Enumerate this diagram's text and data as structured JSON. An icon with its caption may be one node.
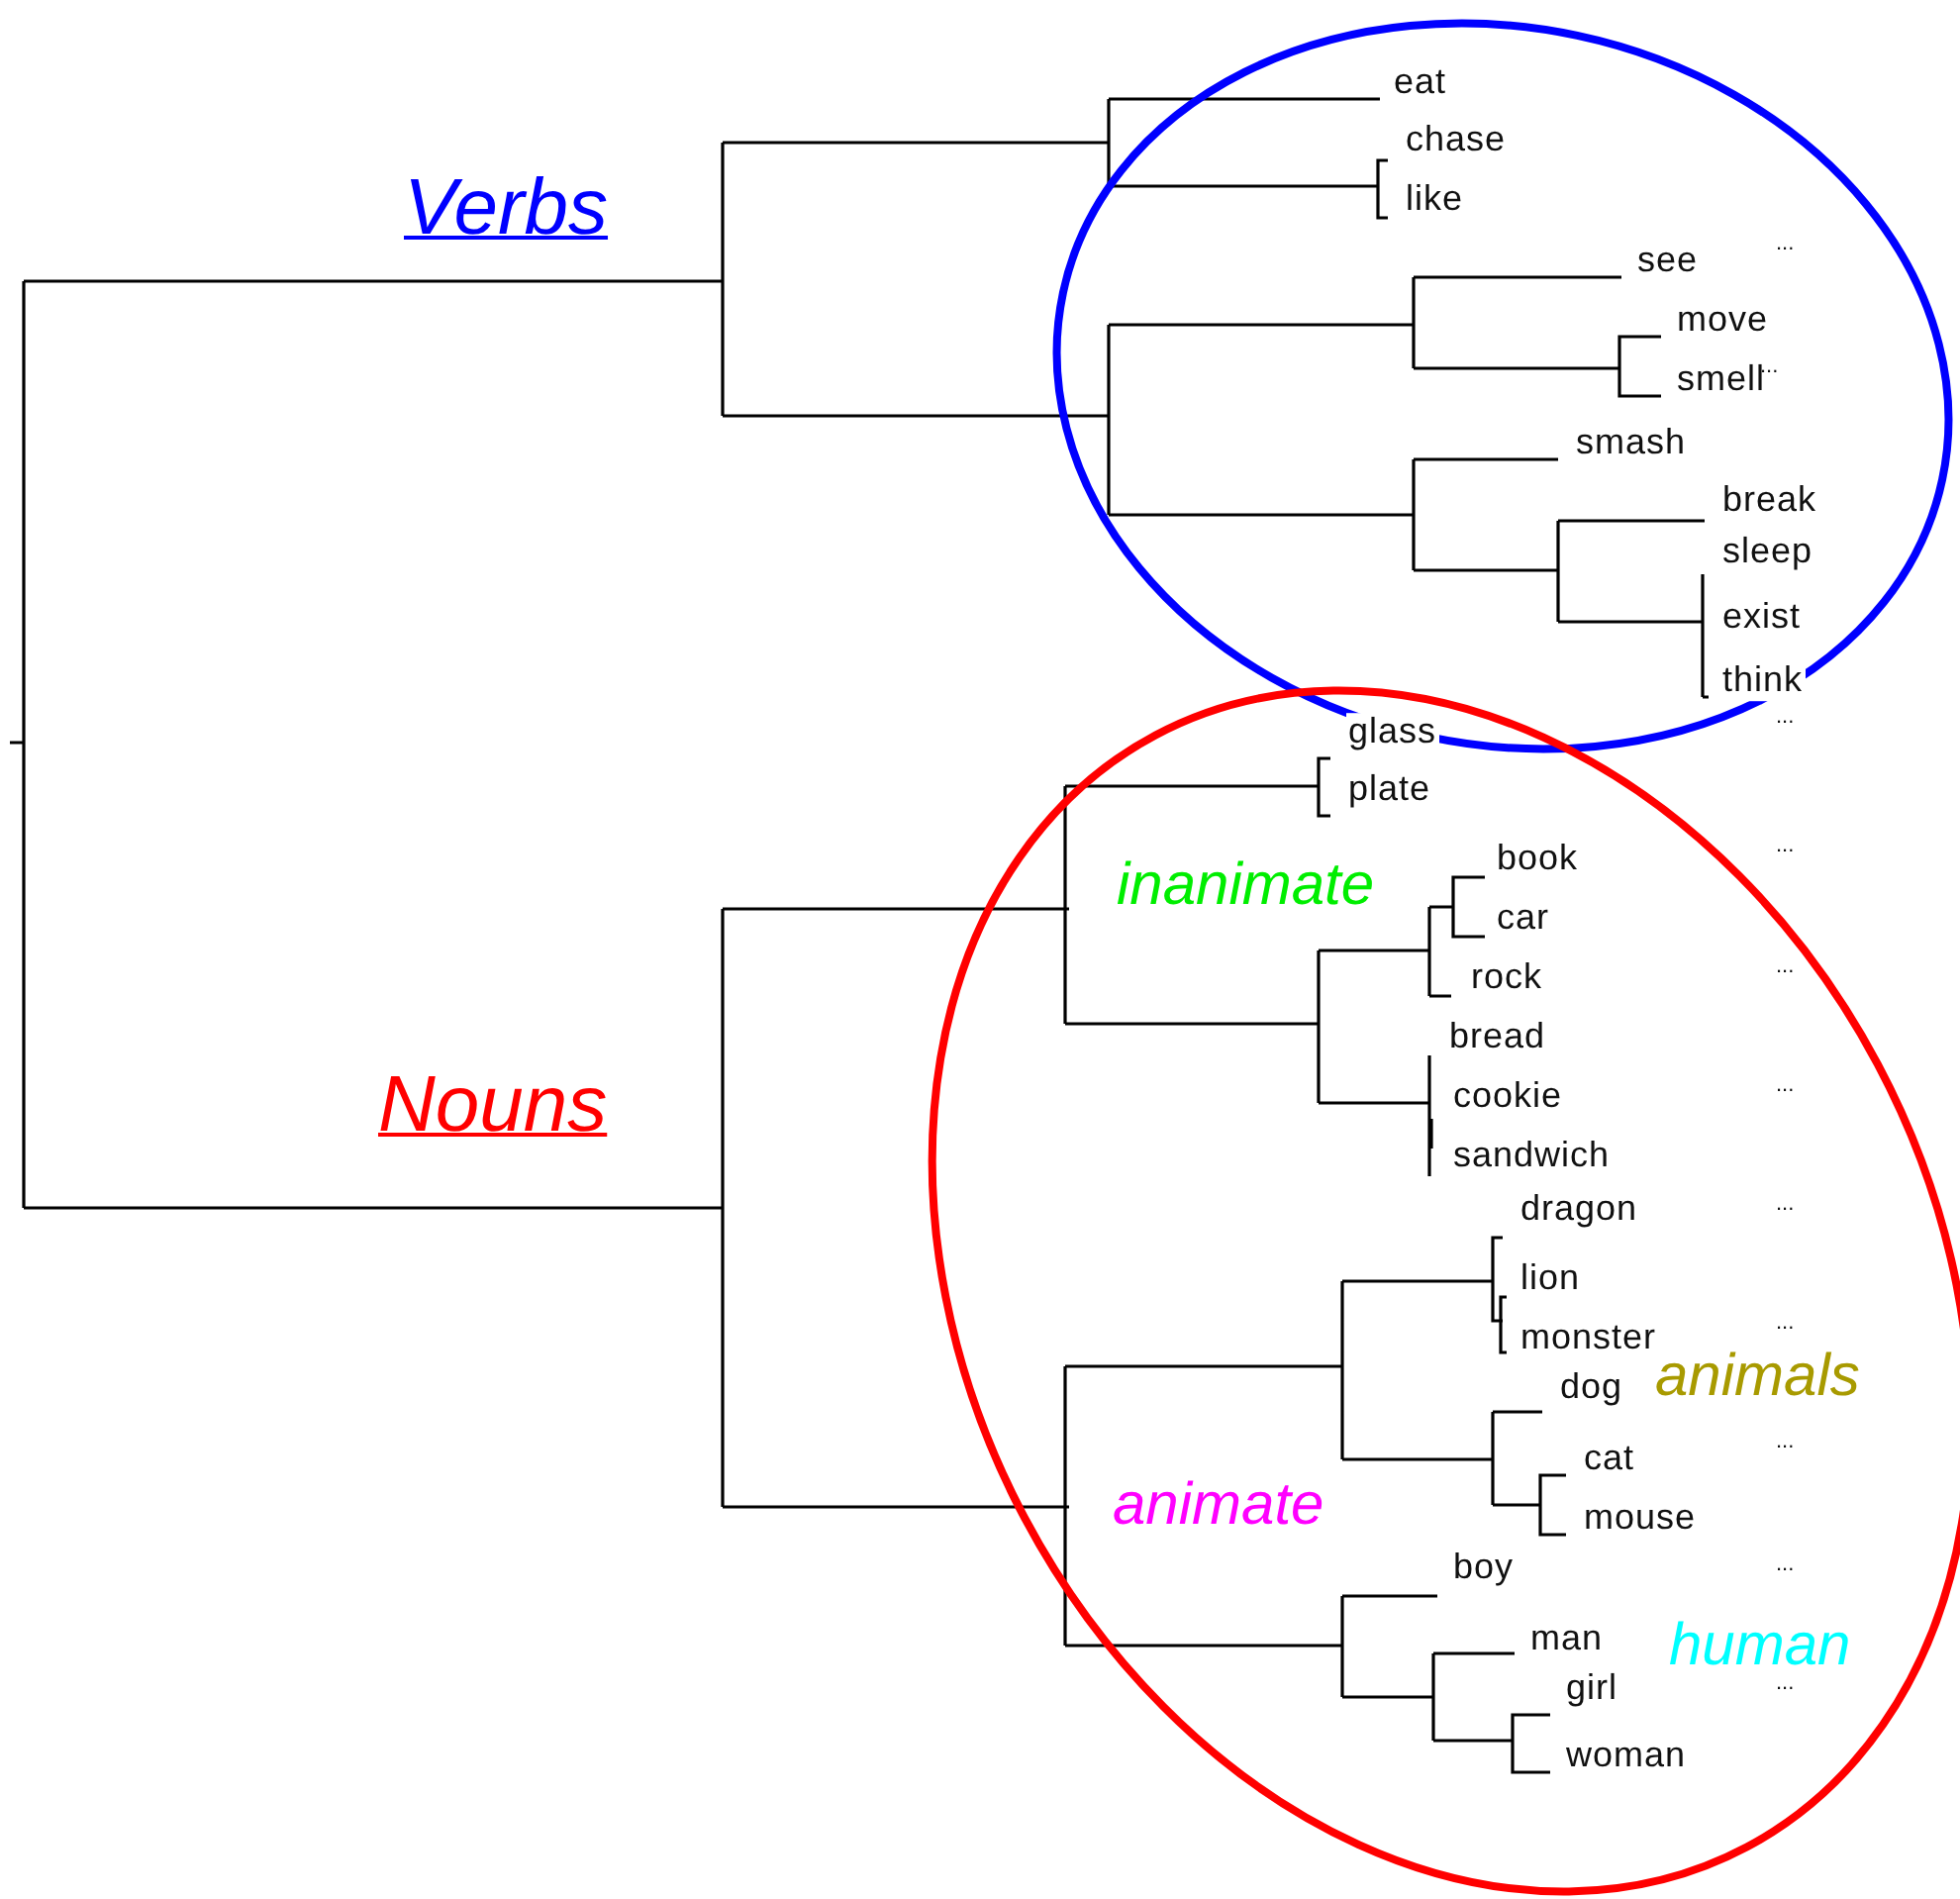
{
  "diagram": {
    "labels": [
      "eat",
      "chase",
      "like",
      "Verbs",
      "see",
      "...",
      "move",
      "smell",
      "...",
      "smash",
      "break",
      "sleep",
      "exist",
      "think",
      "...",
      "glass",
      "plate",
      "book",
      "...",
      "inanimate",
      "car",
      "rock",
      "...",
      "bread",
      "cookie",
      "...",
      "Nouns",
      "sandwich",
      "dragon",
      "...",
      "lion",
      "monster",
      "...",
      "animals",
      "dog",
      "cat",
      "...",
      "animate",
      "mouse",
      "boy",
      "...",
      "man",
      "human",
      "girl",
      "...",
      "woman"
    ]
  }
}
